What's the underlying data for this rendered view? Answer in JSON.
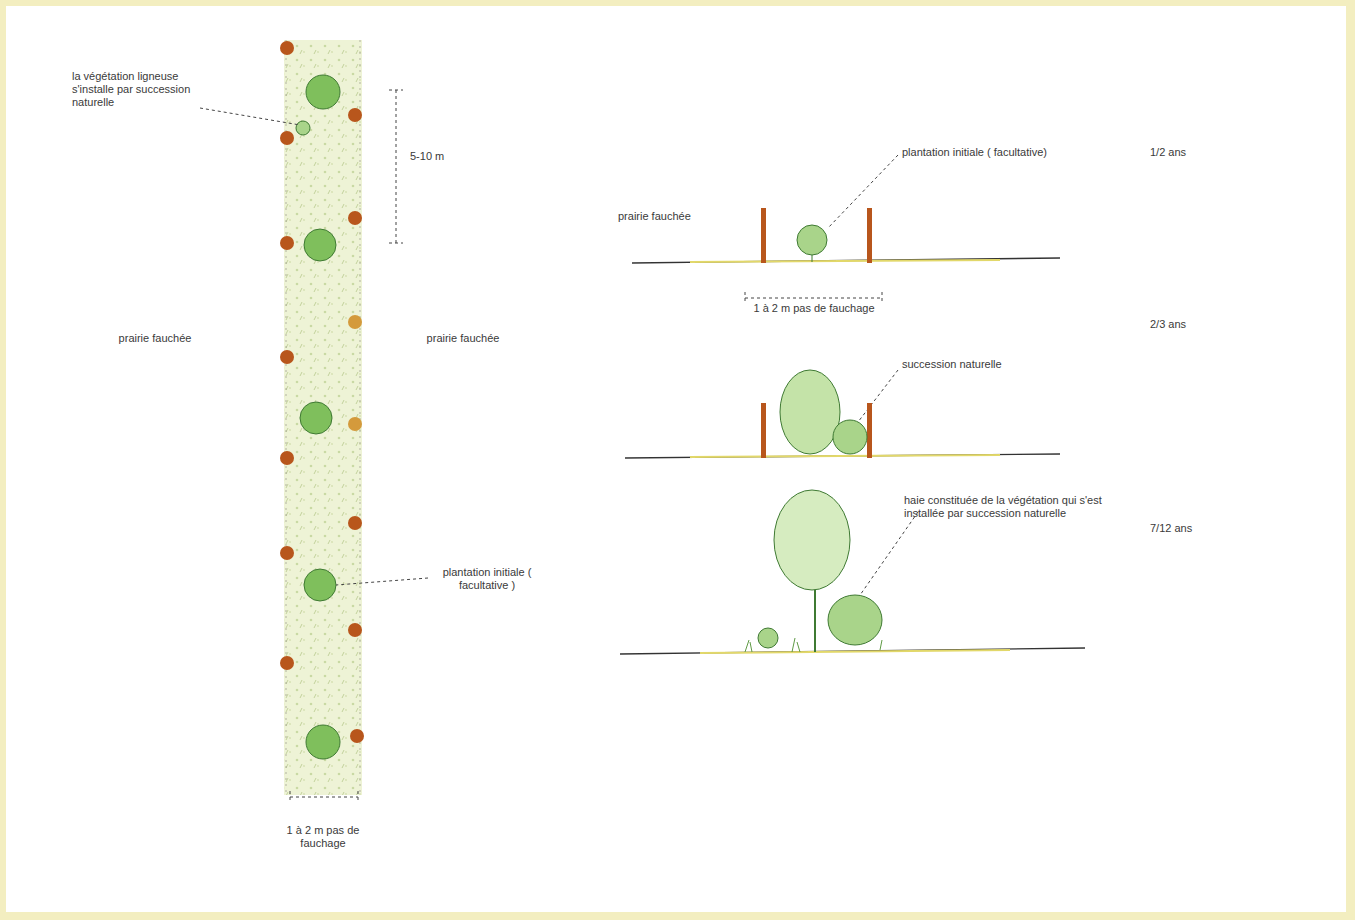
{
  "diagram": {
    "labels": [
      "la végétation ligneuse s'installe par succession naturelle",
      "5-10 m",
      "prairie fauchée",
      "prairie fauchée",
      "plantation initiale ( facultative )",
      "1 à 2 m pas de fauchage",
      "plantation initiale ( facultative)",
      "1/2 ans",
      "prairie fauchée",
      "1 à 2 m pas de fauchage",
      "2/3 ans",
      "succession naturelle",
      "haie constituée de la végétation qui s'est installée par succession naturelle",
      "7/12 ans"
    ]
  }
}
